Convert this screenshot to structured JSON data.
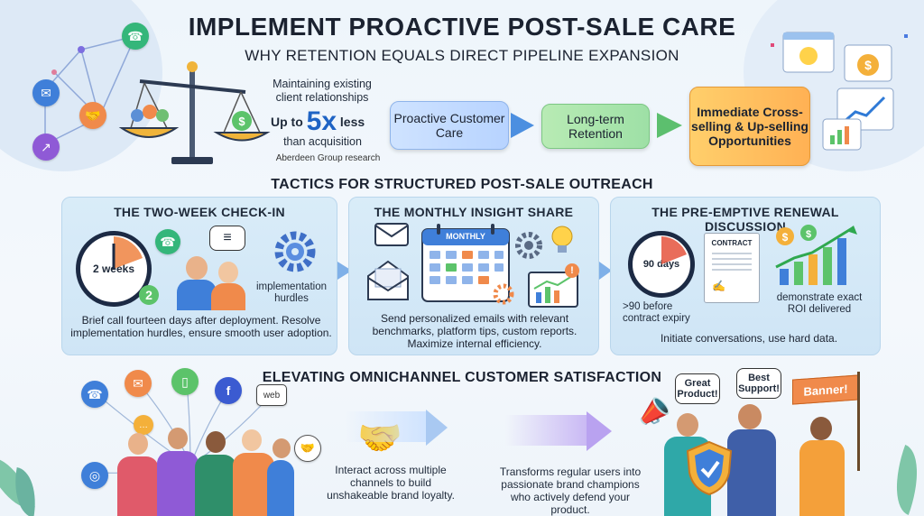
{
  "header": {
    "title": "Implement Proactive Post-Sale Care",
    "subtitle": "WHY RETENTION EQUALS DIRECT PIPELINE EXPANSION"
  },
  "stat": {
    "line1": "Maintaining existing",
    "line2": "client relationships",
    "up_to": "Up to",
    "multiplier": "5x",
    "less": "less",
    "than": "than acquisition",
    "source": "Aberdeen Group research"
  },
  "flow": {
    "step1": "Proactive Customer Care",
    "step2": "Long-term Retention",
    "step3": "Immediate Cross-selling & Up-selling Opportunities"
  },
  "tactics": {
    "heading": "TACTICS FOR STRUCTURED POST-SALE OUTREACH",
    "check_in": {
      "title": "THE TWO-WEEK CHECK-IN",
      "clock_label": "2 weeks",
      "badge": "2",
      "hurdles_label": "implementation hurdles",
      "desc": "Brief call fourteen days after deployment. Resolve implementation hurdles, ensure smooth user adoption."
    },
    "insight": {
      "title": "THE MONTHLY INSIGHT SHARE",
      "calendar_label": "MONTHLY",
      "notify": "!",
      "desc": "Send personalized emails with relevant benchmarks, platform tips, custom reports. Maximize internal efficiency."
    },
    "renewal": {
      "title": "THE PRE-EMPTIVE RENEWAL DISCUSSION",
      "clock_label": "90 days",
      "contract_label": "CONTRACT",
      "before_label": ">90 before contract expiry",
      "roi_label": "demonstrate exact ROI delivered",
      "desc": "Initiate conversations, use hard data."
    }
  },
  "omni": {
    "heading": "ELEVATING OMNICHANNEL CUSTOMER SATISFACTION",
    "web_label": "web",
    "fb_label": "f",
    "text1": "Interact across multiple channels to build unshakeable brand loyalty.",
    "text2": "Transforms regular users into passionate brand champions who actively defend your product.",
    "bubble1": "Great Product!",
    "bubble2": "Best Support!",
    "banner": "Banner!"
  },
  "colors": {
    "accent_blue": "#1e63c4",
    "care_blue": "#b7d3ff",
    "retention_green": "#9ee0a6",
    "opportunity_orange": "#ffb154",
    "panel_bg": "#d9ecf8"
  },
  "icons": [
    "phone-icon",
    "mail-icon",
    "handshake-icon",
    "chart-up-icon",
    "scale-icon",
    "lightbulb-icon",
    "dollar-icon",
    "clock-icon",
    "calendar-icon",
    "envelope-icon",
    "gear-icon",
    "contract-icon",
    "megaphone-icon",
    "shield-check-icon",
    "facebook-icon",
    "web-icon",
    "globe-icon",
    "chat-icon"
  ]
}
